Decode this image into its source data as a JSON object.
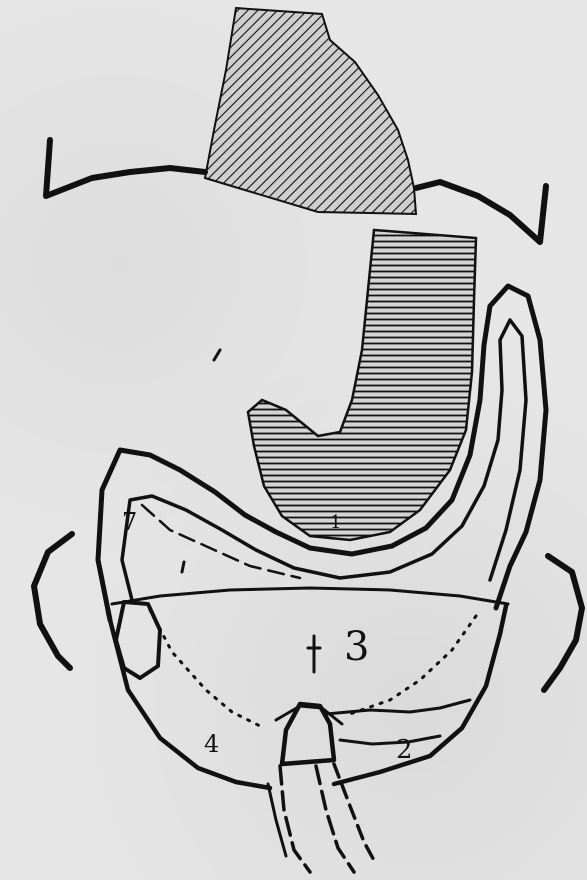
{
  "figure": {
    "labels": {
      "one": "1",
      "two": "2",
      "three": "3",
      "four": "4",
      "seven": "7"
    },
    "colors": {
      "ink": "#111111",
      "paper": "#e6e6e6"
    }
  }
}
